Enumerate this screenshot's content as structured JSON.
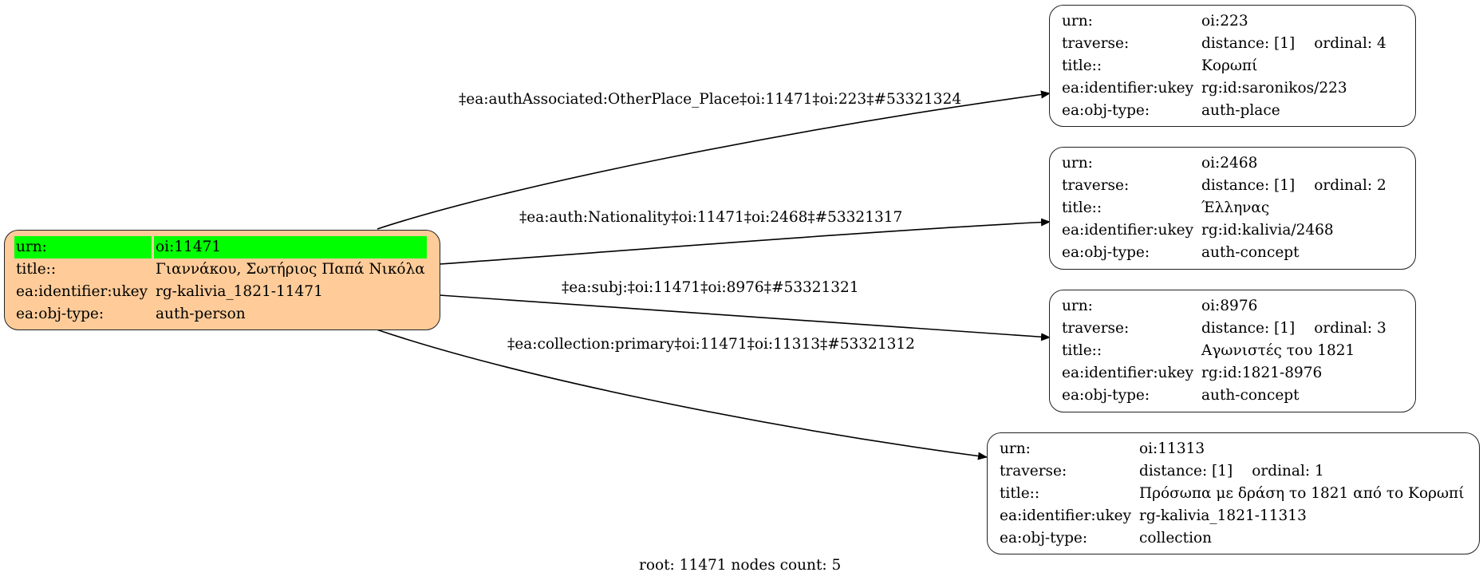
{
  "colors": {
    "root_fill": "#ffcc99",
    "highlight": "#00ff00",
    "node_fill": "#ffffff",
    "stroke": "#000000"
  },
  "root": {
    "rows": [
      {
        "key": "urn:",
        "value": "oi:11471",
        "highlight": true
      },
      {
        "key": "title::",
        "value": "Γιαννάκου, Σωτήριος Παπά Νικόλα"
      },
      {
        "key": "ea:identifier:ukey",
        "value": "rg-kalivia_1821-11471"
      },
      {
        "key": "ea:obj-type:",
        "value": "auth-person"
      }
    ]
  },
  "nodes": [
    {
      "urn_key": "urn:",
      "urn": "oi:223",
      "traverse_key": "traverse:",
      "distance": "distance: [1]",
      "ordinal": "ordinal: 4",
      "title_key": "title::",
      "title": "Κορωπί",
      "ukey_key": "ea:identifier:ukey",
      "ukey": "rg:id:saronikos/223",
      "type_key": "ea:obj-type:",
      "type": "auth-place"
    },
    {
      "urn_key": "urn:",
      "urn": "oi:2468",
      "traverse_key": "traverse:",
      "distance": "distance: [1]",
      "ordinal": "ordinal: 2",
      "title_key": "title::",
      "title": "Έλληνας",
      "ukey_key": "ea:identifier:ukey",
      "ukey": "rg:id:kalivia/2468",
      "type_key": "ea:obj-type:",
      "type": "auth-concept"
    },
    {
      "urn_key": "urn:",
      "urn": "oi:8976",
      "traverse_key": "traverse:",
      "distance": "distance: [1]",
      "ordinal": "ordinal: 3",
      "title_key": "title::",
      "title": "Αγωνιστές του 1821",
      "ukey_key": "ea:identifier:ukey",
      "ukey": "rg:id:1821-8976",
      "type_key": "ea:obj-type:",
      "type": "auth-concept"
    },
    {
      "urn_key": "urn:",
      "urn": "oi:11313",
      "traverse_key": "traverse:",
      "distance": "distance: [1]",
      "ordinal": "ordinal: 1",
      "title_key": "title::",
      "title": "Πρόσωπα με δράση το 1821 από το Κορωπί",
      "ukey_key": "ea:identifier:ukey",
      "ukey": "rg-kalivia_1821-11313",
      "type_key": "ea:obj-type:",
      "type": "collection"
    }
  ],
  "edges": [
    {
      "label": "‡ea:authAssociated:OtherPlace_Place‡oi:11471‡oi:223‡#53321324",
      "from": "oi:11471",
      "to": "oi:223"
    },
    {
      "label": "‡ea:auth:Nationality‡oi:11471‡oi:2468‡#53321317",
      "from": "oi:11471",
      "to": "oi:2468"
    },
    {
      "label": "‡ea:subj:‡oi:11471‡oi:8976‡#53321321",
      "from": "oi:11471",
      "to": "oi:8976"
    },
    {
      "label": "‡ea:collection:primary‡oi:11471‡oi:11313‡#53321312",
      "from": "oi:11471",
      "to": "oi:11313"
    }
  ],
  "footer": "root: 11471 nodes count: 5"
}
